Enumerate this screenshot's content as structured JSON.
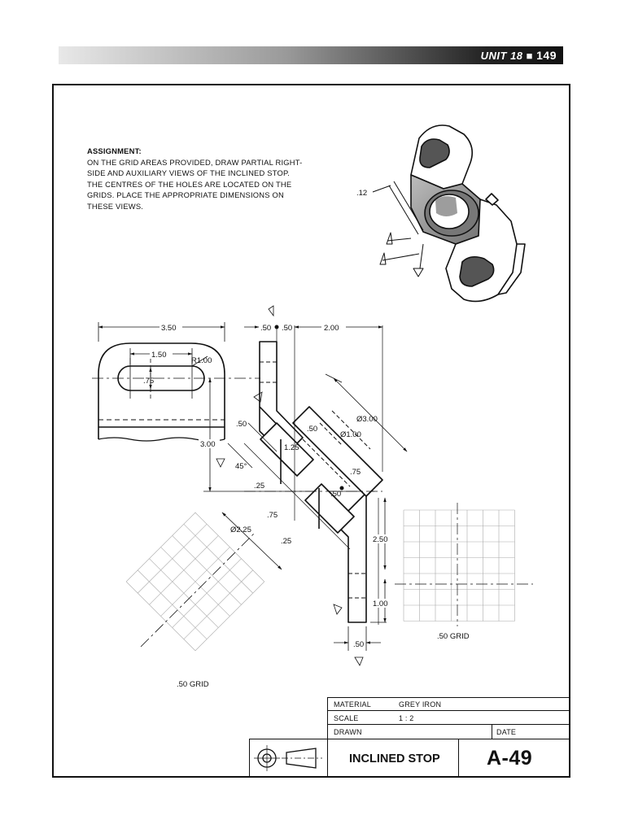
{
  "header": {
    "unit": "UNIT 18",
    "separator": "■",
    "page": "149"
  },
  "assignment": {
    "heading": "ASSIGNMENT:",
    "lines": [
      "ON THE GRID AREAS PROVIDED, DRAW PARTIAL RIGHT-",
      "SIDE AND AUXILIARY VIEWS OF THE INCLINED STOP.",
      "THE CENTRES OF THE HOLES ARE LOCATED ON THE",
      "GRIDS. PLACE THE APPROPRIATE DIMENSIONS ON",
      "THESE VIEWS."
    ]
  },
  "dimensions": {
    "pictorial_thickness": ".12",
    "overall_width": "3.50",
    "slot_centers": "1.50",
    "radius": "R1.00",
    "slot_width": ".75",
    "height": "3.00",
    "top_left_50": ".50",
    "top_right_50": ".50",
    "offset_200": "2.00",
    "dia_300": "Ø3.00",
    "dia_100": "Ø1.00",
    "d_50a": ".50",
    "d_50b": ".50",
    "d_125": "1.25",
    "angle": "45°",
    "d_75a": ".75",
    "d_25a": ".25",
    "d_50c": ".50",
    "d_75b": ".75",
    "dia_225": "Ø2.25",
    "d_25b": ".25",
    "d_250": "2.50",
    "d_100": "1.00",
    "bottom_50": ".50"
  },
  "grids": {
    "left_label": ".50 GRID",
    "right_label": ".50 GRID"
  },
  "title_block": {
    "material_label": "MATERIAL",
    "material_value": "GREY IRON",
    "scale_label": "SCALE",
    "scale_value": "1 : 2",
    "drawn_label": "DRAWN",
    "date_label": "DATE",
    "title": "INCLINED STOP",
    "number": "A-49"
  }
}
